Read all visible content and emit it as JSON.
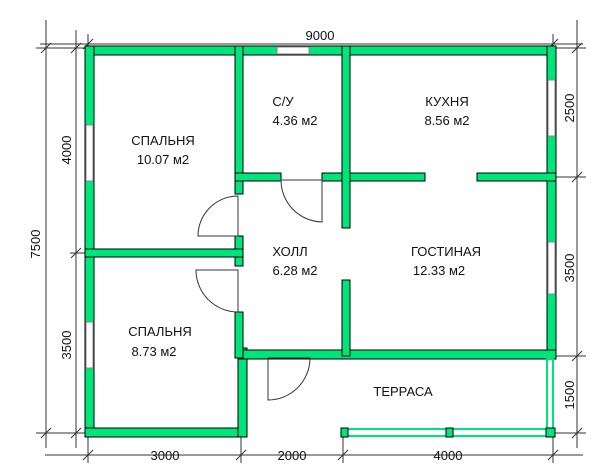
{
  "colors": {
    "wall": "#00e57a",
    "wall_edge": "#000000",
    "dimension": "#333333",
    "terrace_rail": "#00e57a",
    "window": "#ffffff"
  },
  "dimensions": {
    "overall_width": "9000",
    "overall_depth": "7500",
    "left_top": "4000",
    "left_bottom": "3500",
    "right_top": "2500",
    "right_middle": "3500",
    "right_bottom": "1500",
    "bottom_left": "3000",
    "bottom_middle": "2000",
    "bottom_right": "4000"
  },
  "rooms": {
    "bedroom_1": {
      "name": "СПАЛЬНЯ",
      "area": "10.07 м2"
    },
    "bathroom": {
      "name": "С/У",
      "area": "4.36 м2"
    },
    "kitchen": {
      "name": "КУХНЯ",
      "area": "8.56 м2"
    },
    "hall": {
      "name": "ХОЛЛ",
      "area": "6.28 м2"
    },
    "living_room": {
      "name": "ГОСТИНАЯ",
      "area": "12.33 м2"
    },
    "bedroom_2": {
      "name": "СПАЛЬНЯ",
      "area": "8.73 м2"
    },
    "terrace": {
      "name": "ТЕРРАСА"
    }
  }
}
